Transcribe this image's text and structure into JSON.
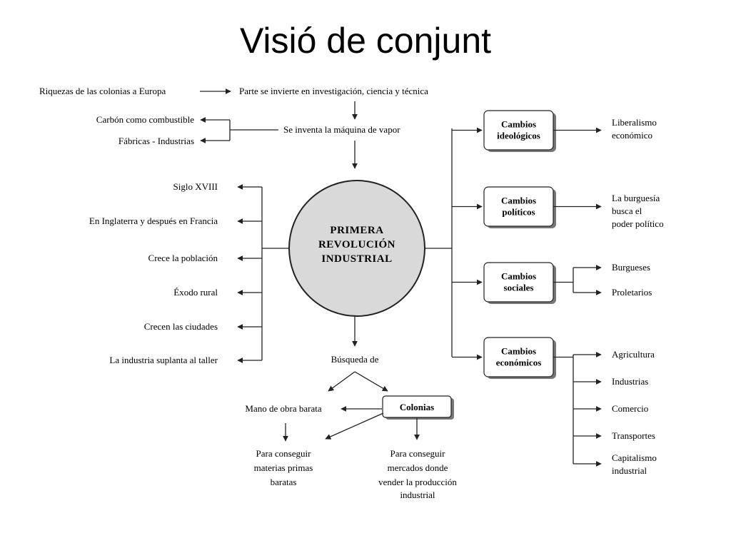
{
  "title": "Visió de conjunt",
  "top_flow": {
    "riquezas": "Riquezas de las colonias a Europa",
    "investigacion": "Parte se invierte en investigación, ciencia y técnica",
    "maquina": "Se inventa la máquina de vapor",
    "carbon": "Carbón como combustible",
    "fabricas": "Fábricas - Industrias"
  },
  "center": {
    "line1": "PRIMERA",
    "line2": "REVOLUCIÓN",
    "line3": "INDUSTRIAL"
  },
  "left_items": [
    "Siglo XVIII",
    "En Inglaterra y después en Francia",
    "Crece la población",
    "Éxodo rural",
    "Crecen las ciudades",
    "La industria suplanta al taller"
  ],
  "bottom": {
    "busqueda": "Búsqueda de",
    "mano_obra": "Mano de obra barata",
    "colonias": "Colonias",
    "materias": [
      "Para conseguir",
      "materias primas",
      "baratas"
    ],
    "mercados": [
      "Para conseguir",
      "mercados donde",
      "vender la producción",
      "industrial"
    ]
  },
  "changes": [
    {
      "box": [
        "Cambios",
        "ideológicos"
      ],
      "items": [
        [
          "Liberalismo",
          "económico"
        ]
      ]
    },
    {
      "box": [
        "Cambios",
        "políticos"
      ],
      "items": [
        [
          "La burguesía",
          "busca el",
          "poder político"
        ]
      ]
    },
    {
      "box": [
        "Cambios",
        "sociales"
      ],
      "items": [
        [
          "Burgueses"
        ],
        [
          "Proletarios"
        ]
      ]
    },
    {
      "box": [
        "Cambios",
        "económicos"
      ],
      "items": [
        [
          "Agricultura"
        ],
        [
          "Industrias"
        ],
        [
          "Comercio"
        ],
        [
          "Transportes"
        ],
        [
          "Capitalismo",
          "industrial"
        ]
      ]
    }
  ]
}
